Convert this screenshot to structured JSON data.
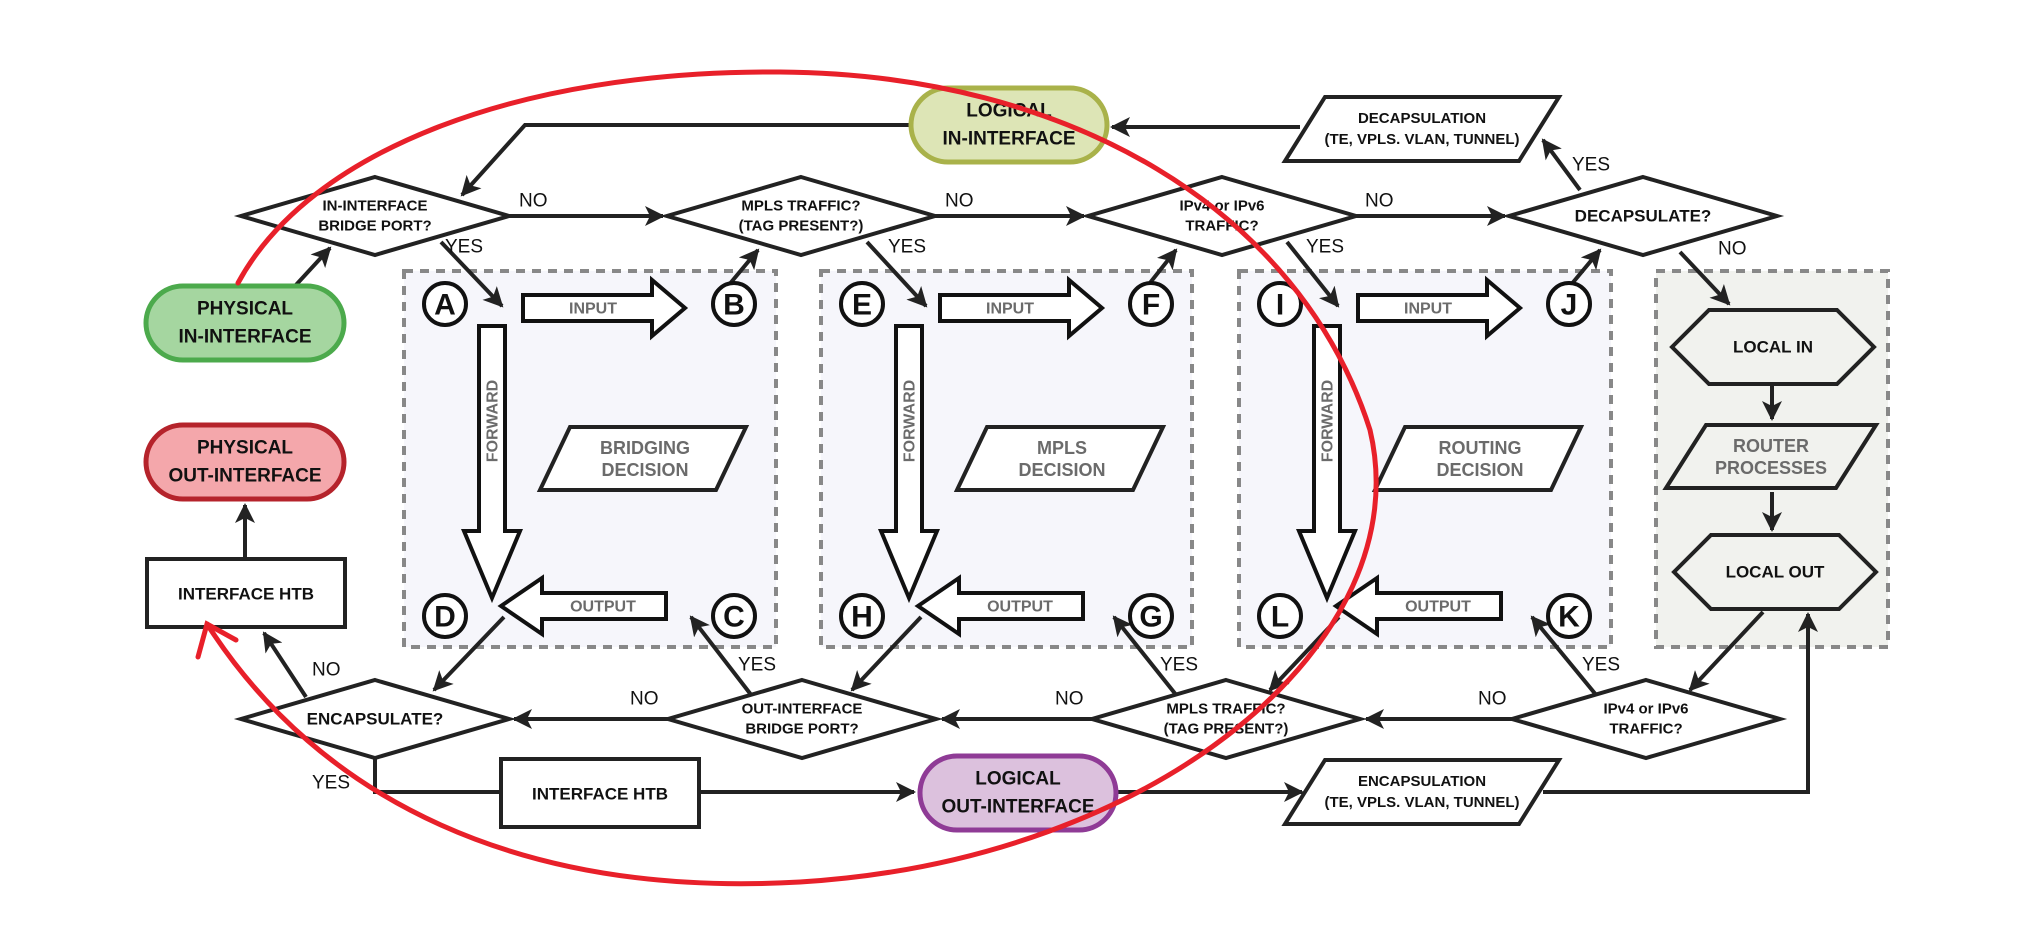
{
  "diagram": {
    "title": "Packet flow diagram",
    "colors": {
      "physical_in_fill": "#a5d6a0",
      "physical_in_stroke": "#4caa4c",
      "physical_out_fill": "#f4a7ab",
      "physical_out_stroke": "#b5232b",
      "logical_in_fill": "#dde5b6",
      "logical_in_stroke": "#a9b24a",
      "logical_out_fill": "#dcc1dd",
      "logical_out_stroke": "#8f3b96",
      "panel_fill": "#f6f6fb",
      "local_panel_fill": "#f1f2ee",
      "annotation_red": "#e8202a"
    },
    "terminals": {
      "physical_in": [
        "PHYSICAL",
        "IN-INTERFACE"
      ],
      "physical_out": [
        "PHYSICAL",
        "OUT-INTERFACE"
      ],
      "logical_in": [
        "LOGICAL",
        "IN-INTERFACE"
      ],
      "logical_out": [
        "LOGICAL",
        "OUT-INTERFACE"
      ]
    },
    "decisions_top": [
      [
        "IN-INTERFACE",
        "BRIDGE PORT?"
      ],
      [
        "MPLS TRAFFIC?",
        "(TAG PRESENT?)"
      ],
      [
        "IPv4 or IPv6",
        "TRAFFIC?"
      ],
      [
        "DECAPSULATE?"
      ]
    ],
    "decisions_bottom": [
      [
        "ENCAPSULATE?"
      ],
      [
        "OUT-INTERFACE",
        "BRIDGE PORT?"
      ],
      [
        "MPLS TRAFFIC?",
        "(TAG PRESENT?)"
      ],
      [
        "IPv4 or IPv6",
        "TRAFFIC?"
      ]
    ],
    "processes": {
      "decapsulation": [
        "DECAPSULATION",
        "(TE, VPLS. VLAN, TUNNEL)"
      ],
      "encapsulation": [
        "ENCAPSULATION",
        "(TE, VPLS. VLAN, TUNNEL)"
      ],
      "interface_htb_left": "INTERFACE HTB",
      "interface_htb_bottom": "INTERFACE HTB"
    },
    "panels": [
      {
        "name": "bridging",
        "decision": [
          "BRIDGING",
          "DECISION"
        ],
        "corners": [
          "A",
          "B",
          "C",
          "D"
        ]
      },
      {
        "name": "mpls",
        "decision": [
          "MPLS",
          "DECISION"
        ],
        "corners": [
          "E",
          "F",
          "G",
          "H"
        ]
      },
      {
        "name": "routing",
        "decision": [
          "ROUTING",
          "DECISION"
        ],
        "corners": [
          "I",
          "J",
          "K",
          "L"
        ]
      }
    ],
    "panel_arrows": {
      "input": "INPUT",
      "forward": "FORWARD",
      "output": "OUTPUT"
    },
    "local_panel": {
      "local_in": "LOCAL IN",
      "router_processes": [
        "ROUTER",
        "PROCESSES"
      ],
      "local_out": "LOCAL OUT"
    },
    "edge_labels": {
      "yes": "YES",
      "no": "NO"
    }
  }
}
